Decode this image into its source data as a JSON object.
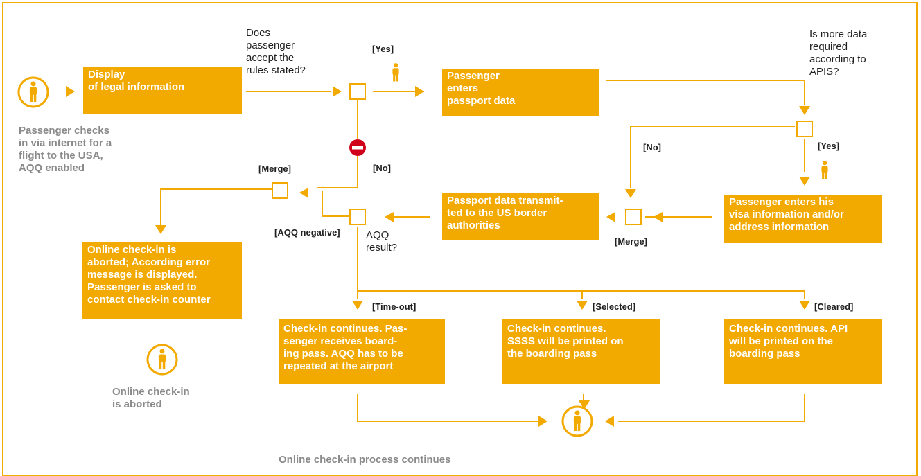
{
  "colors": {
    "accent": "#f2a900",
    "stop": "#d0021b",
    "caption": "#8a8a8a",
    "text": "#1f1f1f"
  },
  "boxes": {
    "display_legal": [
      "Display",
      "of legal information"
    ],
    "passport_entry": [
      "Passenger",
      "enters",
      "passport data"
    ],
    "passport_transmit": [
      "Passport data transmit-",
      "ted to the US border",
      "authorities"
    ],
    "visa_info": [
      "Passenger enters his",
      "visa information and/or",
      "address information"
    ],
    "aborted": [
      "Online check-in is",
      "aborted; According error",
      "message is displayed.",
      "Passenger is asked to",
      "contact check-in counter"
    ],
    "timeout": [
      "Check-in continues. Pas-",
      "senger receives board-",
      "ing pass. AQQ has to be",
      "repeated at the airport"
    ],
    "selected": [
      "Check-in continues.",
      "SSSS will be printed on",
      "the boarding pass"
    ],
    "cleared": [
      "Check-in continues. API",
      "will be printed on the",
      "boarding pass"
    ]
  },
  "questions": {
    "accept_rules": [
      "Does",
      "passenger",
      "accept the",
      "rules stated?"
    ],
    "more_data": [
      "Is more data",
      "required",
      "according to",
      "APIS?"
    ],
    "aqq_result": [
      "AQQ",
      "result?"
    ]
  },
  "labels": {
    "yes_top": "[Yes]",
    "no_stop": "[No]",
    "no_right": "[No]",
    "yes_right": "[Yes]",
    "merge_left": "[Merge]",
    "merge_right": "[Merge]",
    "aqq_negative": "[AQQ negative]",
    "timeout": "[Time-out]",
    "selected": "[Selected]",
    "cleared": "[Cleared]"
  },
  "captions": {
    "start": [
      "Passenger checks",
      "in via internet for a",
      "flight to the USA,",
      "AQQ enabled"
    ],
    "aborted_end": [
      "Online check-in",
      "is aborted"
    ],
    "continues": "Online check-in process continues"
  },
  "icons": {
    "actor": "person-icon",
    "stop": "no-entry-icon",
    "arrow": "triangle-arrow-icon"
  }
}
